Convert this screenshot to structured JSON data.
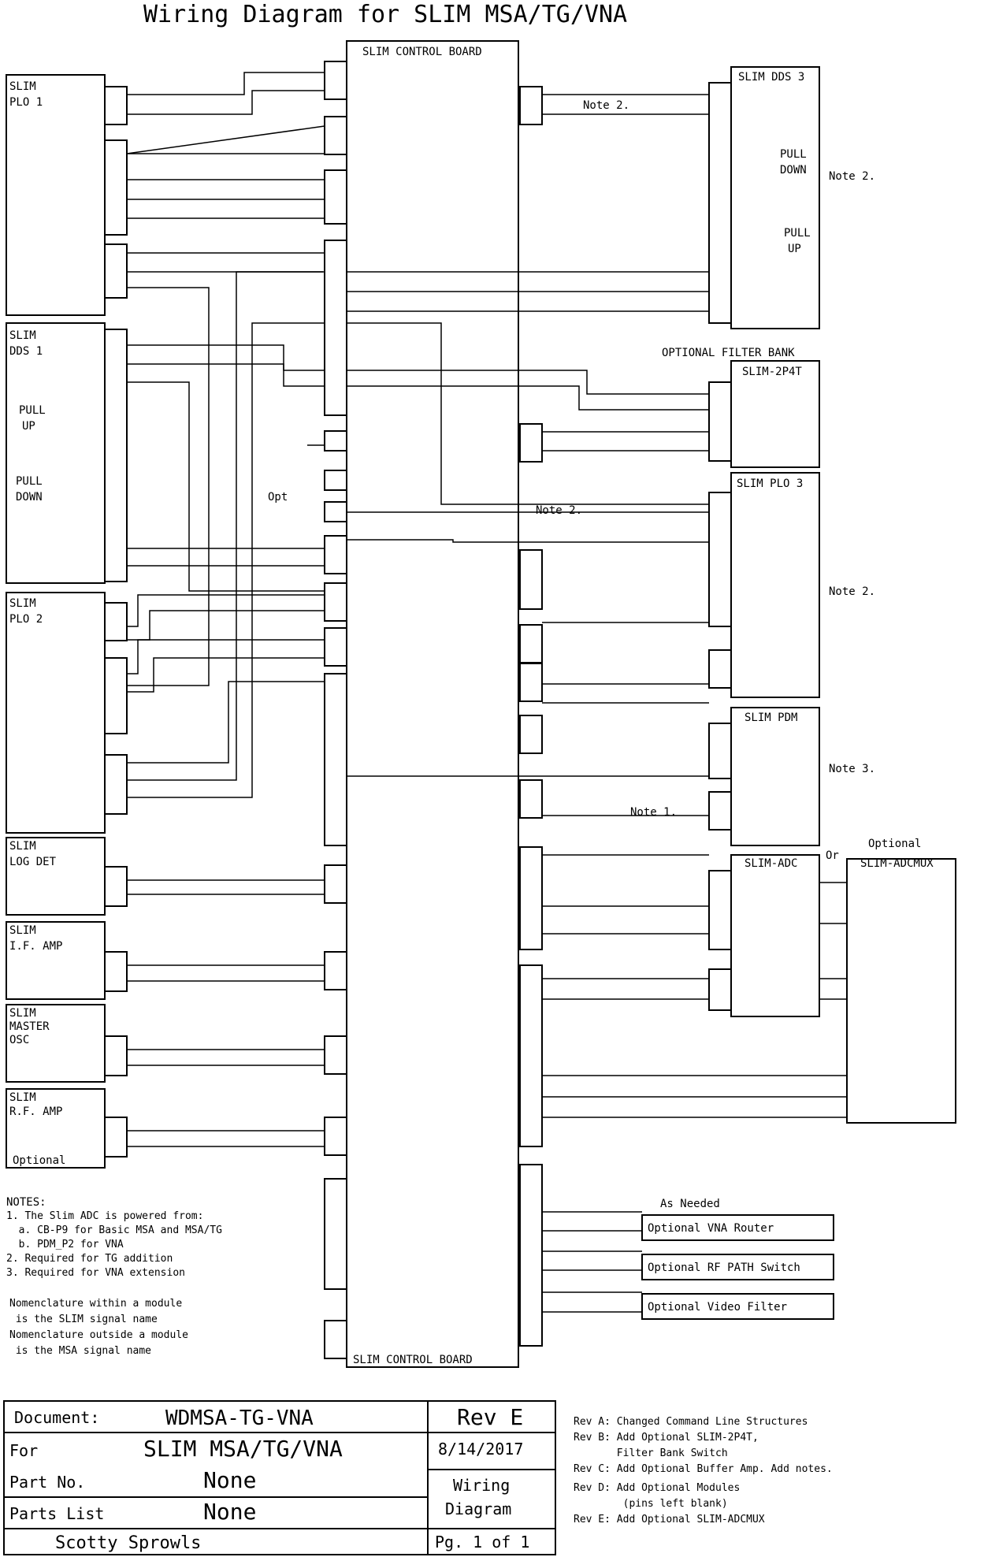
{
  "title": "Wiring Diagram for SLIM MSA/TG/VNA",
  "control_board": {
    "top": "SLIM CONTROL BOARD",
    "bottom": "SLIM CONTROL BOARD"
  },
  "boxes": {
    "plo1": {
      "line1": "SLIM",
      "line2": "PLO 1"
    },
    "dds1": {
      "line1": "SLIM",
      "line2": "DDS 1"
    },
    "plo2": {
      "line1": "SLIM",
      "line2": "PLO 2"
    },
    "logdet": {
      "line1": "SLIM",
      "line2": "LOG DET"
    },
    "ifamp": {
      "line1": "SLIM",
      "line2": "I.F. AMP"
    },
    "masterosc": {
      "line1": "SLIM",
      "line2": "MASTER",
      "line3": "OSC"
    },
    "rfamp": {
      "line1": "SLIM",
      "line2": "R.F. AMP",
      "line3": "Optional"
    },
    "dds3": {
      "title": "SLIM DDS 3"
    },
    "p2p4t": {
      "header": "OPTIONAL FILTER BANK",
      "title": "SLIM-2P4T"
    },
    "plo3": {
      "title": "SLIM PLO 3"
    },
    "pdm": {
      "title": "SLIM PDM"
    },
    "adc": {
      "title": "SLIM-ADC"
    },
    "adcmux": {
      "header": "Optional",
      "title": "SLIM-ADCMUX",
      "or": "Or"
    }
  },
  "pin_labels": {
    "pull": "PULL",
    "up": "UP",
    "down": "DOWN",
    "note2": "Note 2.",
    "note3": "Note 3.",
    "note1": "Note 1.",
    "opt": "Opt",
    "as_needed": "As Needed"
  },
  "optional_boxes": {
    "vna_router": "Optional VNA Router",
    "rf_path": "Optional RF PATH Switch",
    "video_filter": "Optional Video Filter"
  },
  "notes": {
    "heading": "NOTES:",
    "lines": [
      "1. The Slim ADC is powered from:",
      "  a. CB-P9 for Basic MSA and MSA/TG",
      "  b. PDM_P2 for VNA",
      "2. Required for TG addition",
      "3. Required for VNA extension"
    ],
    "nomenclature": [
      "Nomenclature within a module",
      " is the SLIM signal name",
      "Nomenclature outside a module",
      " is the MSA signal name"
    ]
  },
  "title_block": {
    "document_label": "Document:",
    "document": "WDMSA-TG-VNA",
    "rev": "Rev E",
    "for_label": "For",
    "for_value": "SLIM MSA/TG/VNA",
    "date": "8/14/2017",
    "part_label": "Part No.",
    "part_value": "None",
    "parts_list_label": "Parts List",
    "parts_list_value": "None",
    "type_line1": "Wiring",
    "type_line2": "Diagram",
    "author": "Scotty Sprowls",
    "page": "Pg. 1 of 1"
  },
  "revisions": [
    "Rev A: Changed Command Line Structures",
    "Rev B: Add Optional SLIM-2P4T,",
    "       Filter Bank Switch",
    "Rev C: Add Optional Buffer Amp. Add notes.",
    "Rev D: Add Optional Modules",
    "        (pins left blank)",
    "Rev E: Add Optional SLIM-ADCMUX"
  ]
}
